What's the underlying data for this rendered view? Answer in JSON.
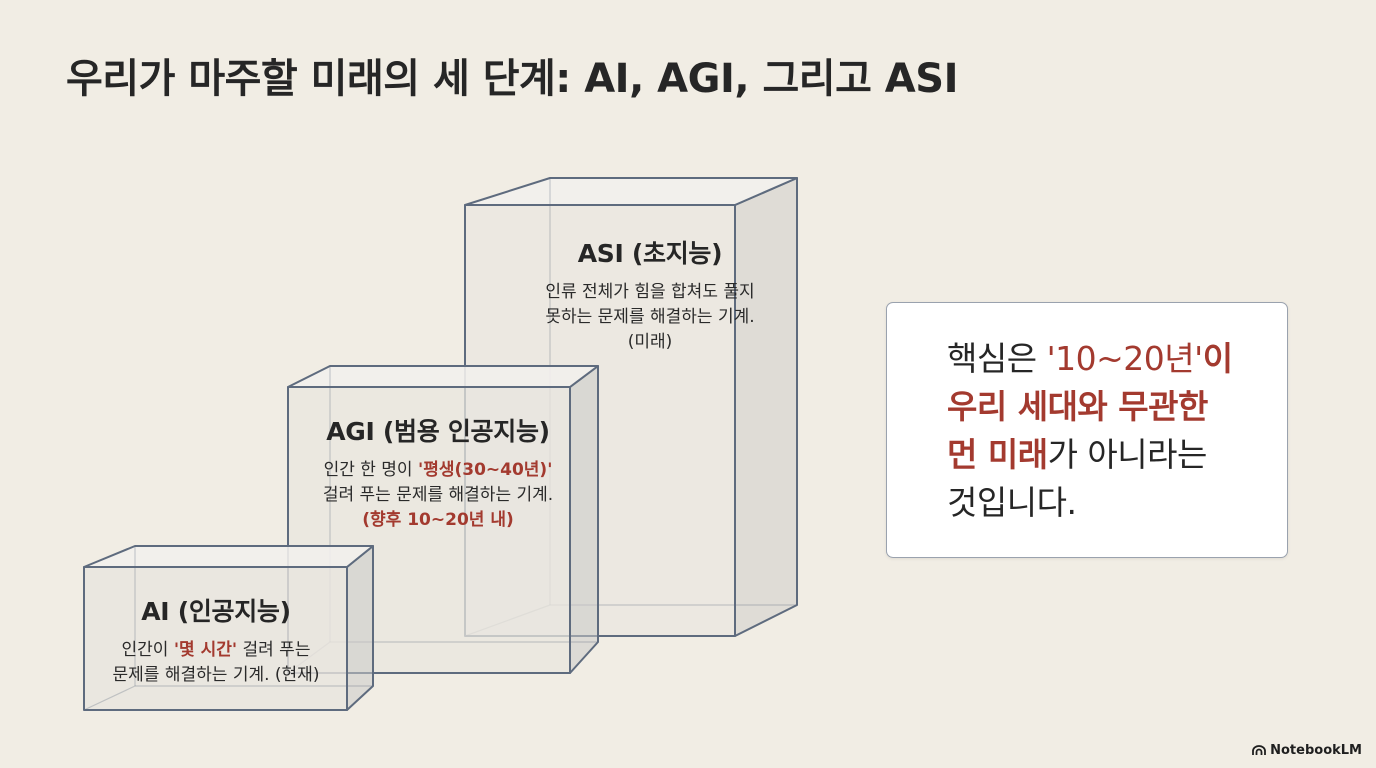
{
  "title": "우리가 마주할 미래의 세 단계: AI, AGI, 그리고 ASI",
  "boxes": {
    "ai": {
      "title": "AI (인공지능)",
      "desc_prefix": "인간이 ",
      "desc_highlight": "'몇 시간'",
      "desc_suffix": " 걸려 푸는",
      "desc_line2": "문제를 해결하는 기계. (현재)"
    },
    "agi": {
      "title": "AGI (범용 인공지능)",
      "desc_prefix": "인간 한 명이 ",
      "desc_highlight": "'평생(30~40년)'",
      "desc_line2": "걸려 푸는 문제를 해결하는 기계.",
      "desc_line3": "(향후 10~20년 내)"
    },
    "asi": {
      "title": "ASI (초지능)",
      "desc_line1": "인류 전체가 힘을 합쳐도 풀지",
      "desc_line2": "못하는 문제를 해결하는 기계.",
      "desc_line3": "(미래)"
    }
  },
  "callout": {
    "part1": "핵심은 ",
    "part2": "'10~20년'",
    "part3": "이",
    "line2": "우리 세대와 무관한",
    "line3_em": "먼 미래",
    "line3_rest": "가 아니라는",
    "line4": "것입니다."
  },
  "branding": {
    "logo_text": "NotebookLM"
  },
  "colors": {
    "background": "#f1ede4",
    "accent": "#a33a2f",
    "box_stroke": "#5e6b7e"
  }
}
